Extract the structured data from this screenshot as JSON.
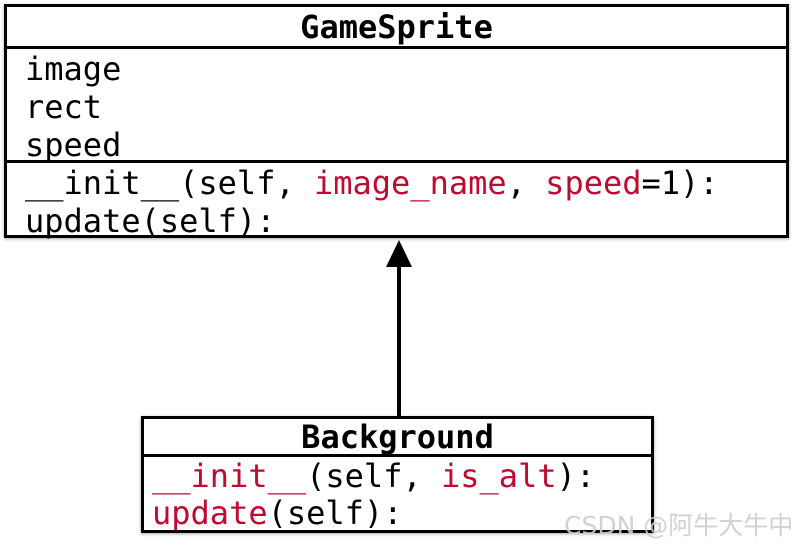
{
  "diagram": {
    "parent_class": {
      "title": "GameSprite",
      "attributes": [
        "image",
        "rect",
        "speed"
      ],
      "methods": [
        {
          "segments": [
            {
              "text": "__init__(self, ",
              "color": "black"
            },
            {
              "text": "image_name",
              "color": "red"
            },
            {
              "text": ", ",
              "color": "black"
            },
            {
              "text": "speed",
              "color": "red"
            },
            {
              "text": "=1):",
              "color": "black"
            }
          ]
        },
        {
          "segments": [
            {
              "text": "update(self):",
              "color": "black"
            }
          ]
        }
      ]
    },
    "child_class": {
      "title": "Background",
      "attributes": [],
      "methods": [
        {
          "segments": [
            {
              "text": "__init__",
              "color": "red"
            },
            {
              "text": "(self, ",
              "color": "black"
            },
            {
              "text": "is_alt",
              "color": "red"
            },
            {
              "text": "):",
              "color": "black"
            }
          ]
        },
        {
          "segments": [
            {
              "text": "update",
              "color": "red"
            },
            {
              "text": "(self):",
              "color": "black"
            }
          ]
        }
      ]
    },
    "relationship": "inheritance"
  },
  "watermark": "CSDN @阿牛大牛中",
  "colors": {
    "highlight_red": "#BE0A30",
    "text_black": "#000000",
    "border_black": "#000000",
    "watermark_gray": "#CDCDCD"
  }
}
